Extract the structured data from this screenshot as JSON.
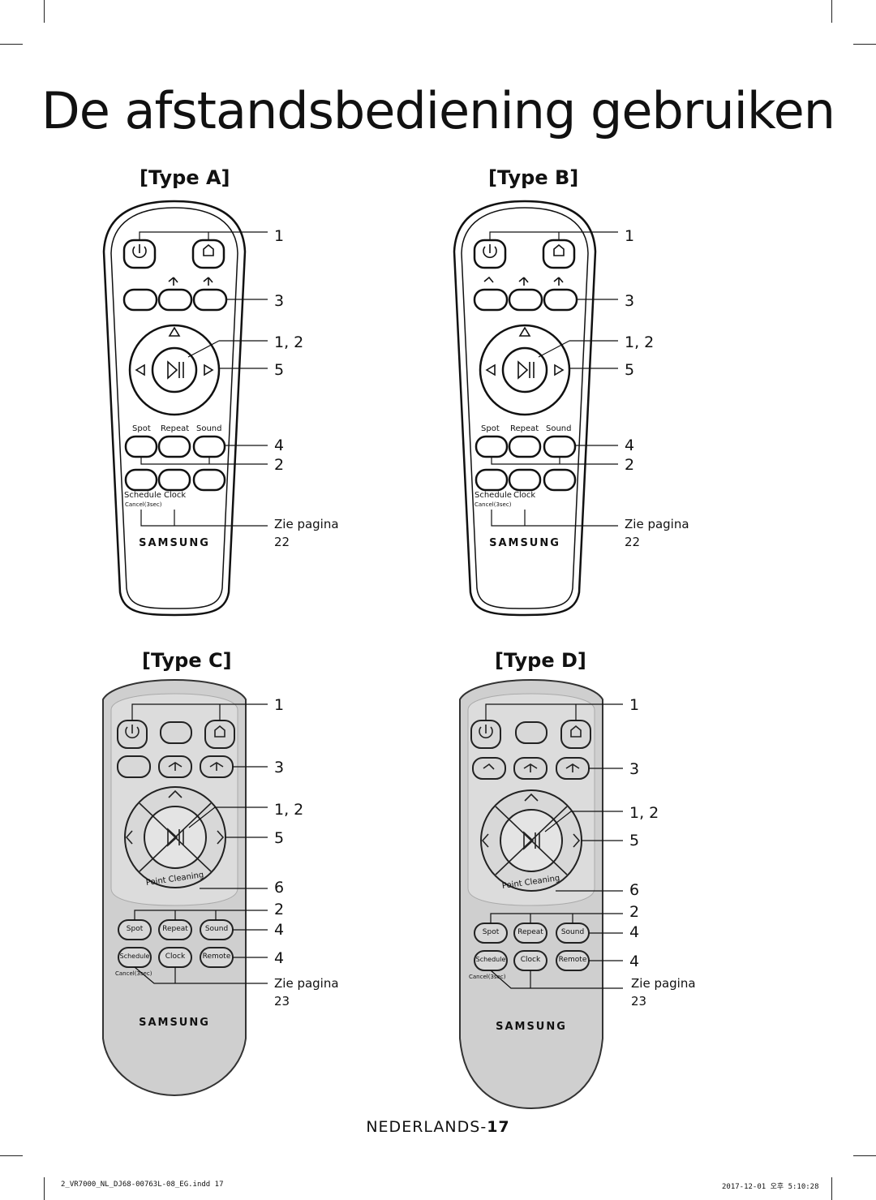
{
  "title": "De afstandsbediening gebruiken",
  "types": [
    {
      "label": "[Type A]"
    },
    {
      "label": "[Type B]"
    },
    {
      "label": "[Type C]"
    },
    {
      "label": "[Type D]"
    }
  ],
  "buttons": {
    "spot": "Spot",
    "repeat": "Repeat",
    "sound": "Sound",
    "schedule": "Schedule",
    "clock": "Clock",
    "remote": "Remote",
    "cancel": "Cancel(3sec)",
    "point_cleaning": "Point Cleaning"
  },
  "brand": "SAMSUNG",
  "callouts": {
    "c1": "1",
    "c3": "3",
    "c12": "1, 2",
    "c5": "5",
    "c4": "4",
    "c2": "2",
    "c6": "6",
    "see_page": "Zie pagina",
    "page_ab": "22",
    "page_cd": "23"
  },
  "footer": {
    "page_prefix": "NEDERLANDS-",
    "page_num": "17",
    "file": "2_VR7000_NL_DJ68-00763L-08_EG.indd   17",
    "date": "2017-12-01   오후 5:10:28"
  }
}
